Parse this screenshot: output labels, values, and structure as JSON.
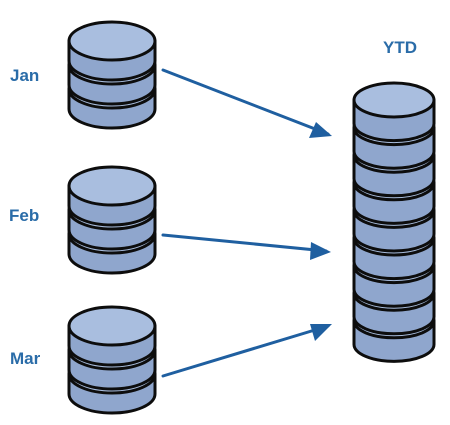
{
  "labels": {
    "jan": "Jan",
    "feb": "Feb",
    "mar": "Mar",
    "ytd": "YTD"
  },
  "colors": {
    "disk_fill": "#8fa6cd",
    "disk_top": "#a9bedf",
    "disk_outline": "#0d0d0d",
    "arrow": "#1f5fa0",
    "label": "#2a6ca8"
  },
  "icons": {
    "jan": "database-icon",
    "feb": "database-icon",
    "mar": "database-icon",
    "ytd": "database-icon"
  },
  "stacks": {
    "jan": {
      "disks": 3
    },
    "feb": {
      "disks": 3
    },
    "mar": {
      "disks": 3
    },
    "ytd": {
      "disks": 9
    }
  }
}
